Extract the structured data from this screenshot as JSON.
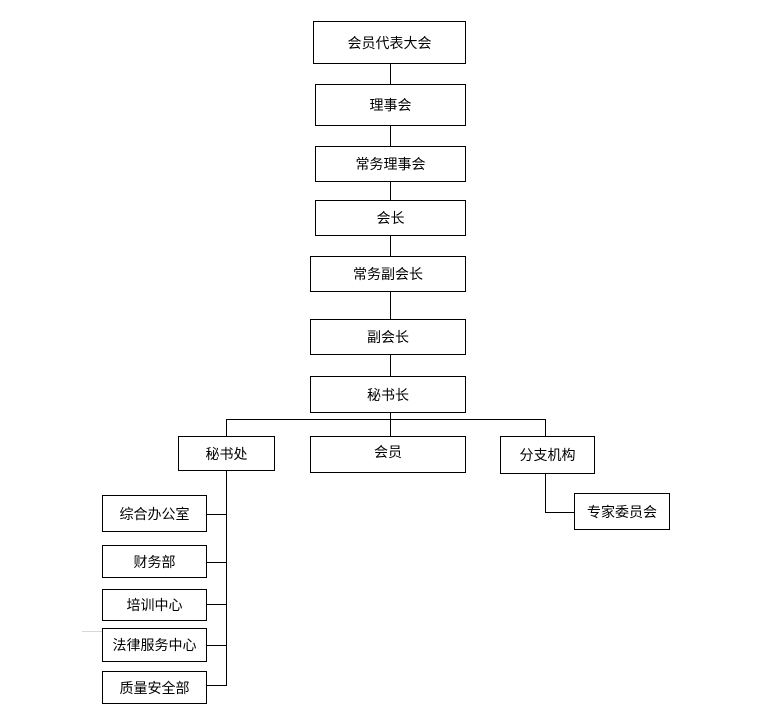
{
  "org_chart": {
    "members_congress": "会员代表大会",
    "council": "理事会",
    "standing_council": "常务理事会",
    "president": "会长",
    "executive_vice_president": "常务副会长",
    "vice_president": "副会长",
    "secretary_general": "秘书长",
    "secretariat": "秘书处",
    "members": "会员",
    "branches": "分支机构",
    "expert_committee": "专家委员会",
    "general_office": "综合办公室",
    "finance_department": "财务部",
    "training_center": "培训中心",
    "legal_service_center": "法律服务中心",
    "quality_safety_department": "质量安全部"
  }
}
